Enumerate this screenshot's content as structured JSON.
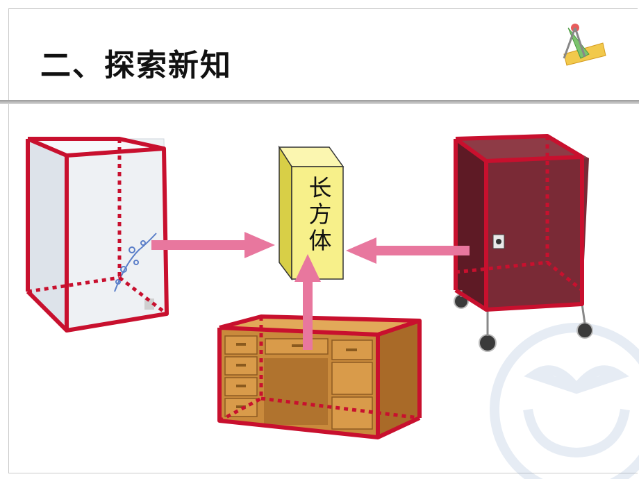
{
  "slide": {
    "title": "二、探索新知",
    "box_label_chars": [
      "长",
      "方",
      "体"
    ]
  },
  "colors": {
    "edge_red": "#c8102e",
    "arrow_pink": "#e8779e",
    "box_yellow": "#f7f08a",
    "box_side": "#d8cf47",
    "cabinet_body": "#6b1e2a",
    "desk_wood": "#c98a3c",
    "freezer_white": "#eef1f4"
  },
  "icons": [
    "geometry-tools-icon",
    "hands-plant-watermark"
  ]
}
